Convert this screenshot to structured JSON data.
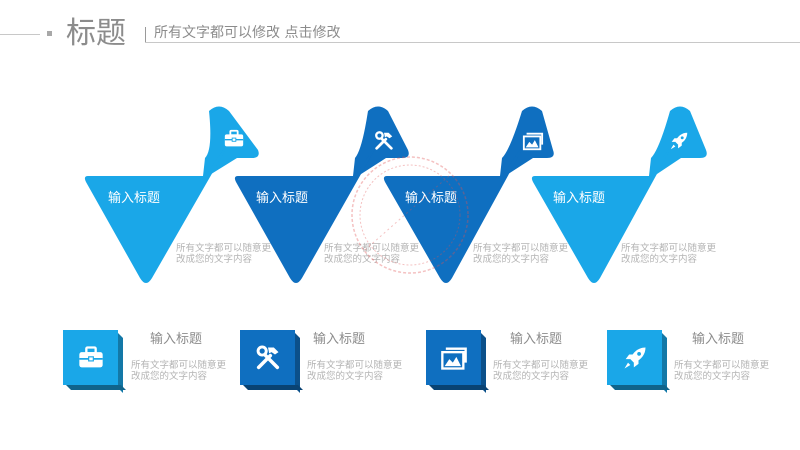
{
  "header": {
    "title": "标题",
    "subtitle": "所有文字都可以修改  点击修改"
  },
  "colors": {
    "light_blue": "#1aa7e8",
    "dark_blue": "#0f6fc0",
    "gray_text": "#8c8c8c",
    "light_gray_text": "#b4b4b4"
  },
  "triangle_cards": [
    {
      "title": "输入标题",
      "desc": "所有文字都可以随意更改成您的文字内容",
      "icon": "briefcase-icon",
      "color": "#1aa7e8"
    },
    {
      "title": "输入标题",
      "desc": "所有文字都可以随意更改成您的文字内容",
      "icon": "tools-icon",
      "color": "#0f6fc0"
    },
    {
      "title": "输入标题",
      "desc": "所有文字都可以随意更改成您的文字内容",
      "icon": "picture-icon",
      "color": "#0f6fc0"
    },
    {
      "title": "输入标题",
      "desc": "所有文字都可以随意更改成您的文字内容",
      "icon": "rocket-icon",
      "color": "#1aa7e8"
    }
  ],
  "box_items": [
    {
      "title": "输入标题",
      "desc": "所有文字都可以随意更改成您的文字内容",
      "icon": "briefcase-icon",
      "color": "#1aa7e8"
    },
    {
      "title": "输入标题",
      "desc": "所有文字都可以随意更改成您的文字内容",
      "icon": "tools-icon",
      "color": "#0f6fc0"
    },
    {
      "title": "输入标题",
      "desc": "所有文字都可以随意更改成您的文字内容",
      "icon": "picture-icon",
      "color": "#0f6fc0"
    },
    {
      "title": "输入标题",
      "desc": "所有文字都可以随意更改成您的文字内容",
      "icon": "rocket-icon",
      "color": "#1aa7e8"
    }
  ]
}
